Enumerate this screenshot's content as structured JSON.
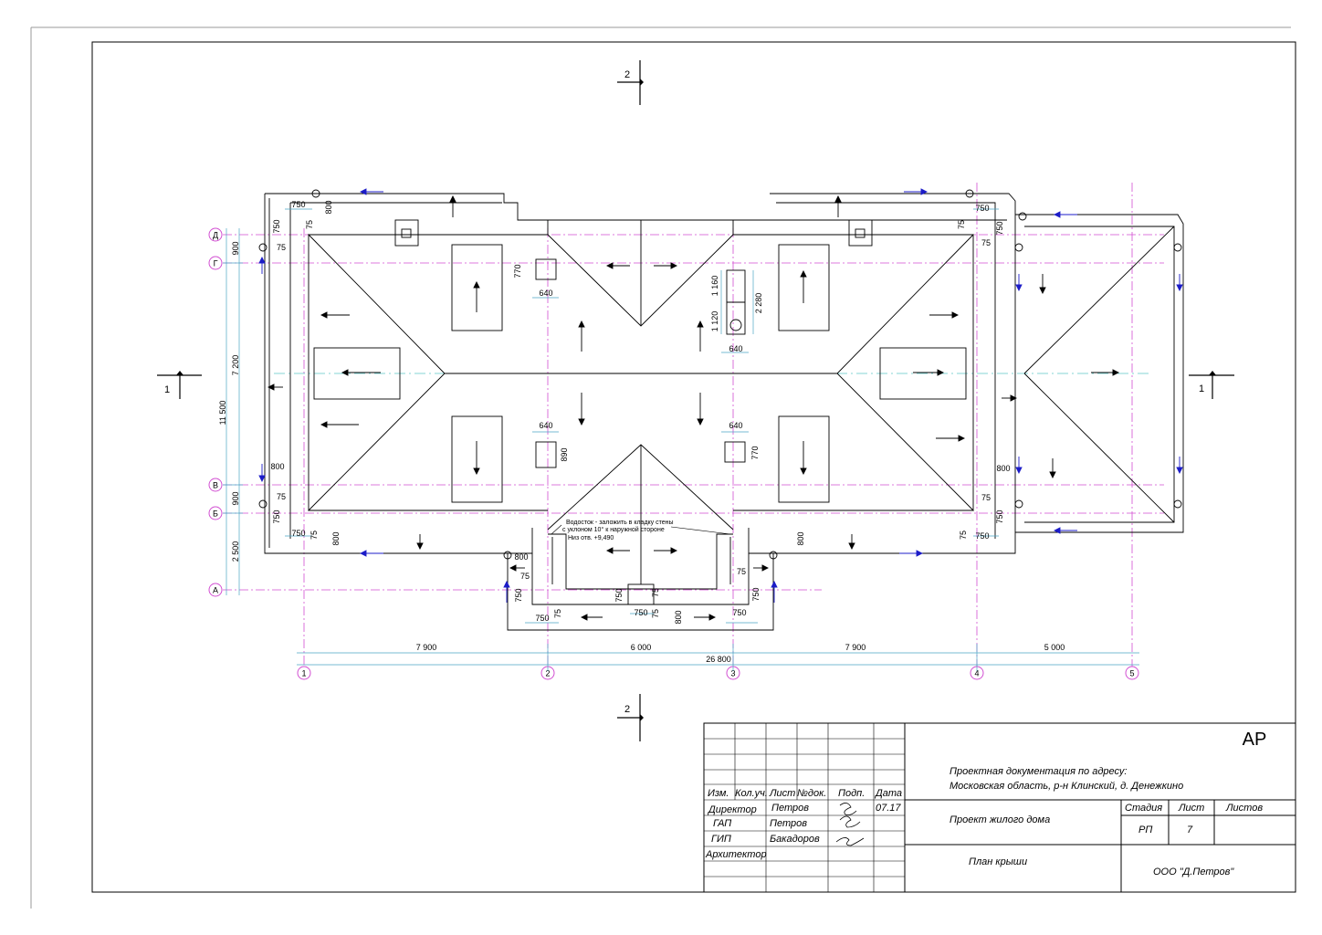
{
  "cut_marks": {
    "top": "2",
    "bottom": "2",
    "left": "1",
    "right": "1"
  },
  "row_axes": [
    "Д",
    "Г",
    "В",
    "Б",
    "А"
  ],
  "col_axes": [
    "1",
    "2",
    "3",
    "4",
    "5"
  ],
  "dims": {
    "horizontal_spans": [
      "7 900",
      "6 000",
      "7 900",
      "5 000"
    ],
    "overall_width": "26 800",
    "left_vertical": [
      "900",
      "7 200",
      "900",
      "2 500"
    ],
    "overall_height": "11 500",
    "d750": "750",
    "d800": "800",
    "d75": "75",
    "d640": "640",
    "d770": "770",
    "d890": "890",
    "d1160": "1 160",
    "d1120": "1 120",
    "d2280": "2 280"
  },
  "note": {
    "line1": "Водосток - заложить в кладку стены",
    "line2": "с уклоном 10° к наружной стороне",
    "line3": "Низ отв. +9,490"
  },
  "title_block": {
    "code": "АР",
    "address_line1": "Проектная документация по адресу:",
    "address_line2": "Московская область, р-н Клинский, д. Денежкино",
    "headers": {
      "izm": "Изм.",
      "kol": "Кол.уч.",
      "list": "Лист",
      "ndoc": "№док.",
      "podp": "Подп.",
      "data": "Дата"
    },
    "date": "07.17",
    "roles": [
      {
        "role": "Директор",
        "name": "Петров"
      },
      {
        "role": "ГАП",
        "name": "Петров"
      },
      {
        "role": "ГИП",
        "name": "Бакадоров"
      },
      {
        "role": "Архитектор",
        "name": ""
      }
    ],
    "project": "Проект жилого дома",
    "sheet_title": "План крыши",
    "stage_label": "Стадия",
    "sheet_label": "Лист",
    "sheets_label": "Листов",
    "stage": "РП",
    "sheet": "7",
    "company": "ООО \"Д.Петров\""
  }
}
